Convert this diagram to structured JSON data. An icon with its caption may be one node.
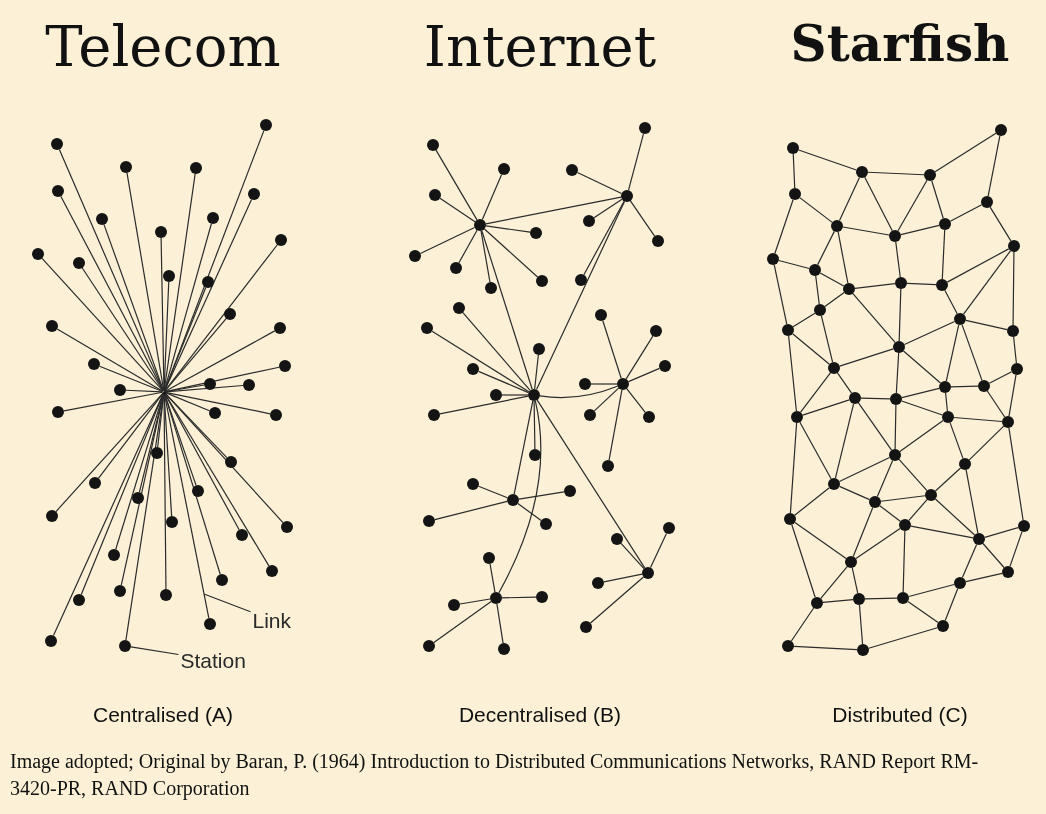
{
  "diagram": {
    "caption": "Image adopted; Original by Baran, P. (1964) Introduction to Distributed Communications Networks, RAND Report RM-3420-PR, RAND Corporation",
    "nodes": [
      {
        "text": [],
        "shape": "dot"
      },
      {
        "text": [],
        "shape": "circle"
      },
      {
        "text": [],
        "shape": "circle"
      },
      {
        "text": [],
        "shape": "circle"
      },
      {
        "text": [],
        "shape": "circle"
      },
      {
        "text": [],
        "shape": "circle"
      },
      {
        "text": [],
        "shape": "circle"
      },
      {
        "text": [],
        "shape": "circle"
      },
      {
        "text": [],
        "shape": "circle"
      },
      {
        "text": [],
        "shape": "circle"
      },
      {
        "text": [],
        "shape": "circle"
      },
      {
        "text": [],
        "shape": "circle"
      },
      {
        "text": [],
        "shape": "circle"
      },
      {
        "text": [],
        "shape": "circle"
      },
      {
        "text": [],
        "shape": "circle"
      },
      {
        "text": [],
        "shape": "circle"
      },
      {
        "text": [],
        "shape": "circle"
      },
      {
        "text": [],
        "shape": "circle"
      },
      {
        "text": [],
        "shape": "circle"
      },
      {
        "text": [],
        "shape": "circle"
      },
      {
        "text": [],
        "shape": "circle"
      },
      {
        "text": [],
        "shape": "circle"
      },
      {
        "text": [],
        "shape": "circle"
      },
      {
        "text": [],
        "shape": "circle"
      },
      {
        "text": [],
        "shape": "circle"
      },
      {
        "text": [],
        "shape": "circle"
      },
      {
        "text": [],
        "shape": "circle"
      },
      {
        "text": [],
        "shape": "circle"
      },
      {
        "text": [],
        "shape": "circle"
      },
      {
        "text": [],
        "shape": "circle"
      },
      {
        "text": [],
        "shape": "circle"
      },
      {
        "text": [],
        "shape": "circle"
      },
      {
        "text": [],
        "shape": "circle"
      },
      {
        "text": [],
        "shape": "circle"
      },
      {
        "text": [],
        "shape": "circle"
      },
      {
        "text": [],
        "shape": "circle"
      },
      {
        "text": [],
        "shape": "circle"
      },
      {
        "text": [],
        "shape": "circle"
      },
      {
        "text": [],
        "shape": "circle"
      },
      {
        "text": [],
        "shape": "circle"
      },
      {
        "text": [],
        "shape": "circle"
      },
      {
        "text": [],
        "shape": "circle"
      },
      {
        "text": [],
        "shape": "circle"
      },
      {
        "text": [],
        "shape": "circle"
      },
      {
        "text": [
          "Link"
        ]
      },
      {
        "text": [
          "Station"
        ]
      },
      {
        "text": [],
        "shape": "circle"
      },
      {
        "text": [],
        "shape": "circle"
      },
      {
        "text": [],
        "shape": "circle"
      },
      {
        "text": [],
        "shape": "circle"
      },
      {
        "text": [],
        "shape": "circle"
      },
      {
        "text": [],
        "shape": "circle"
      },
      {
        "text": [],
        "shape": "circle"
      },
      {
        "text": [],
        "shape": "circle"
      },
      {
        "text": [],
        "shape": "circle"
      },
      {
        "text": [],
        "shape": "circle"
      },
      {
        "text": [],
        "shape": "circle"
      },
      {
        "text": [],
        "shape": "circle"
      },
      {
        "text": [],
        "shape": "circle"
      },
      {
        "text": [],
        "shape": "circle"
      },
      {
        "text": [],
        "shape": "circle"
      },
      {
        "text": [],
        "shape": "circle"
      },
      {
        "text": [],
        "shape": "circle"
      },
      {
        "text": [],
        "shape": "circle"
      },
      {
        "text": [],
        "shape": "circle"
      },
      {
        "text": [],
        "shape": "circle"
      },
      {
        "text": [],
        "shape": "circle"
      },
      {
        "text": [],
        "shape": "circle"
      },
      {
        "text": [],
        "shape": "circle"
      },
      {
        "text": [],
        "shape": "circle"
      },
      {
        "text": [],
        "shape": "circle"
      },
      {
        "text": [],
        "shape": "circle"
      },
      {
        "text": [],
        "shape": "circle"
      },
      {
        "text": [],
        "shape": "circle"
      },
      {
        "text": [],
        "shape": "circle"
      },
      {
        "text": [],
        "shape": "circle"
      },
      {
        "text": [],
        "shape": "circle"
      },
      {
        "text": [],
        "shape": "circle"
      },
      {
        "text": [],
        "shape": "circle"
      },
      {
        "text": [],
        "shape": "circle"
      },
      {
        "text": [],
        "shape": "circle"
      },
      {
        "text": [],
        "shape": "circle"
      },
      {
        "text": [],
        "shape": "circle"
      },
      {
        "text": [],
        "shape": "circle"
      },
      {
        "text": [],
        "shape": "circle"
      },
      {
        "text": [],
        "shape": "circle"
      },
      {
        "text": [],
        "shape": "circle"
      },
      {
        "text": [],
        "shape": "circle"
      },
      {
        "text": [],
        "shape": "circle"
      },
      {
        "text": [],
        "shape": "circle"
      },
      {
        "text": [],
        "shape": "circle"
      },
      {
        "text": [],
        "shape": "circle"
      },
      {
        "text": [],
        "shape": "circle"
      },
      {
        "text": [],
        "shape": "circle"
      },
      {
        "text": [],
        "shape": "circle"
      },
      {
        "text": [],
        "shape": "circle"
      },
      {
        "text": [],
        "shape": "circle"
      },
      {
        "text": [],
        "shape": "circle"
      },
      {
        "text": [],
        "shape": "circle"
      },
      {
        "text": [],
        "shape": "circle"
      },
      {
        "text": [],
        "shape": "circle"
      },
      {
        "text": [],
        "shape": "circle"
      },
      {
        "text": [],
        "shape": "circle"
      },
      {
        "text": [],
        "shape": "circle"
      },
      {
        "text": [],
        "shape": "circle"
      },
      {
        "text": [],
        "shape": "circle"
      },
      {
        "text": [],
        "shape": "circle"
      },
      {
        "text": [],
        "shape": "circle"
      },
      {
        "text": [],
        "shape": "circle"
      },
      {
        "text": [],
        "shape": "circle"
      },
      {
        "text": [],
        "shape": "circle"
      },
      {
        "text": [],
        "shape": "circle"
      },
      {
        "text": [],
        "shape": "circle"
      },
      {
        "text": [],
        "shape": "circle"
      },
      {
        "text": [],
        "shape": "circle"
      },
      {
        "text": [],
        "shape": "circle"
      },
      {
        "text": [],
        "shape": "circle"
      },
      {
        "text": [],
        "shape": "circle"
      },
      {
        "text": [],
        "shape": "circle"
      },
      {
        "text": [],
        "shape": "circle"
      },
      {
        "text": [],
        "shape": "circle"
      },
      {
        "text": [],
        "shape": "circle"
      },
      {
        "text": [],
        "shape": "circle"
      },
      {
        "text": [],
        "shape": "circle"
      },
      {
        "text": [],
        "shape": "circle"
      },
      {
        "text": [],
        "shape": "circle"
      },
      {
        "text": [],
        "shape": "circle"
      },
      {
        "text": [],
        "shape": "circle"
      },
      {
        "text": [],
        "shape": "circle"
      },
      {
        "text": [],
        "shape": "circle"
      },
      {
        "text": [],
        "shape": "circle"
      },
      {
        "text": [],
        "shape": "circle"
      },
      {
        "text": [],
        "shape": "circle"
      },
      {
        "text": [],
        "shape": "circle"
      },
      {
        "text": [],
        "shape": "circle"
      },
      {
        "text": [],
        "shape": "circle"
      },
      {
        "text": [],
        "shape": "circle"
      },
      {
        "text": [],
        "shape": "circle"
      },
      {
        "text": [],
        "shape": "circle"
      },
      {
        "text": [],
        "shape": "circle"
      }
    ],
    "edges": [
      {
        "from": 0,
        "to": 1,
        "arrow": "none"
      },
      {
        "from": 0,
        "to": 2,
        "arrow": "none"
      },
      {
        "from": 0,
        "to": 3,
        "arrow": "none"
      },
      {
        "from": 0,
        "to": 4,
        "arrow": "none"
      },
      {
        "from": 0,
        "to": 5,
        "arrow": "none"
      },
      {
        "from": 0,
        "to": 6,
        "arrow": "none"
      },
      {
        "from": 0,
        "to": 7,
        "arrow": "none"
      },
      {
        "from": 0,
        "to": 8,
        "arrow": "none"
      },
      {
        "from": 0,
        "to": 9,
        "arrow": "none"
      },
      {
        "from": 0,
        "to": 10,
        "arrow": "none"
      },
      {
        "from": 0,
        "to": 11,
        "arrow": "none"
      },
      {
        "from": 0,
        "to": 12,
        "arrow": "none"
      },
      {
        "from": 0,
        "to": 13,
        "arrow": "none"
      },
      {
        "from": 0,
        "to": 14,
        "arrow": "none"
      },
      {
        "from": 0,
        "to": 15,
        "arrow": "none"
      },
      {
        "from": 0,
        "to": 16,
        "arrow": "none"
      },
      {
        "from": 0,
        "to": 17,
        "arrow": "none"
      },
      {
        "from": 0,
        "to": 18,
        "arrow": "none"
      },
      {
        "from": 0,
        "to": 19,
        "arrow": "none"
      },
      {
        "from": 0,
        "to": 20,
        "arrow": "none"
      },
      {
        "from": 0,
        "to": 21,
        "arrow": "none"
      },
      {
        "from": 0,
        "to": 22,
        "arrow": "none"
      },
      {
        "from": 0,
        "to": 23,
        "arrow": "none"
      },
      {
        "from": 0,
        "to": 24,
        "arrow": "none"
      },
      {
        "from": 0,
        "to": 25,
        "arrow": "none"
      },
      {
        "from": 0,
        "to": 26,
        "arrow": "none"
      },
      {
        "from": 0,
        "to": 27,
        "arrow": "none"
      },
      {
        "from": 0,
        "to": 28,
        "arrow": "none"
      },
      {
        "from": 0,
        "to": 29,
        "arrow": "none"
      },
      {
        "from": 0,
        "to": 30,
        "arrow": "none"
      },
      {
        "from": 0,
        "to": 31,
        "arrow": "none"
      },
      {
        "from": 0,
        "to": 32,
        "arrow": "none"
      },
      {
        "from": 0,
        "to": 33,
        "arrow": "none"
      },
      {
        "from": 0,
        "to": 34,
        "arrow": "none"
      },
      {
        "from": 0,
        "to": 35,
        "arrow": "none"
      },
      {
        "from": 0,
        "to": 36,
        "arrow": "none"
      },
      {
        "from": 0,
        "to": 37,
        "arrow": "none"
      },
      {
        "from": 0,
        "to": 38,
        "arrow": "none"
      },
      {
        "from": 0,
        "to": 39,
        "arrow": "none"
      },
      {
        "from": 0,
        "to": 40,
        "arrow": "none"
      },
      {
        "from": 0,
        "to": 41,
        "arrow": "none"
      },
      {
        "from": 0,
        "to": 42,
        "arrow": "none"
      },
      {
        "from": 0,
        "to": 43,
        "arrow": "none"
      },
      {
        "from": 44,
        "to": null,
        "arrow": "none"
      },
      {
        "from": 45,
        "to": 43,
        "arrow": "none"
      },
      {
        "from": 49,
        "to": 46,
        "arrow": "none"
      },
      {
        "from": 49,
        "to": 47,
        "arrow": "none"
      },
      {
        "from": 49,
        "to": 48,
        "arrow": "none"
      },
      {
        "from": 49,
        "to": 50,
        "arrow": "none"
      },
      {
        "from": 49,
        "to": 51,
        "arrow": "none"
      },
      {
        "from": 49,
        "to": 52,
        "arrow": "none"
      },
      {
        "from": 49,
        "to": 53,
        "arrow": "none"
      },
      {
        "from": 49,
        "to": 54,
        "arrow": "none"
      },
      {
        "from": 49,
        "to": 57,
        "arrow": "none"
      },
      {
        "from": 49,
        "to": 66,
        "arrow": "none"
      },
      {
        "from": 57,
        "to": 55,
        "arrow": "none"
      },
      {
        "from": 57,
        "to": 56,
        "arrow": "none"
      },
      {
        "from": 57,
        "to": 58,
        "arrow": "none"
      },
      {
        "from": 57,
        "to": 59,
        "arrow": "none"
      },
      {
        "from": 57,
        "to": 60,
        "arrow": "none"
      },
      {
        "from": 57,
        "to": 66,
        "arrow": "none"
      },
      {
        "from": 66,
        "to": 61,
        "arrow": "none"
      },
      {
        "from": 66,
        "to": 62,
        "arrow": "none"
      },
      {
        "from": 66,
        "to": 63,
        "arrow": "none"
      },
      {
        "from": 66,
        "to": 64,
        "arrow": "none"
      },
      {
        "from": 66,
        "to": 65,
        "arrow": "none"
      },
      {
        "from": 66,
        "to": 67,
        "arrow": "none"
      },
      {
        "from": 66,
        "to": 68,
        "arrow": "none"
      },
      {
        "from": 66,
        "to": 73,
        "arrow": "none"
      },
      {
        "from": 66,
        "to": 78,
        "arrow": "none"
      },
      {
        "from": 66,
        "to": 88,
        "arrow": "none"
      },
      {
        "from": 66,
        "to": 84,
        "arrow": "none"
      },
      {
        "from": 73,
        "to": 69,
        "arrow": "none"
      },
      {
        "from": 73,
        "to": 70,
        "arrow": "none"
      },
      {
        "from": 73,
        "to": 71,
        "arrow": "none"
      },
      {
        "from": 73,
        "to": 72,
        "arrow": "none"
      },
      {
        "from": 73,
        "to": 74,
        "arrow": "none"
      },
      {
        "from": 73,
        "to": 75,
        "arrow": "none"
      },
      {
        "from": 73,
        "to": 76,
        "arrow": "none"
      },
      {
        "from": 78,
        "to": 77,
        "arrow": "none"
      },
      {
        "from": 78,
        "to": 79,
        "arrow": "none"
      },
      {
        "from": 78,
        "to": 80,
        "arrow": "none"
      },
      {
        "from": 78,
        "to": 81,
        "arrow": "none"
      },
      {
        "from": 84,
        "to": 82,
        "arrow": "none"
      },
      {
        "from": 84,
        "to": 83,
        "arrow": "none"
      },
      {
        "from": 84,
        "to": 85,
        "arrow": "none"
      },
      {
        "from": 84,
        "to": 86,
        "arrow": "none"
      },
      {
        "from": 88,
        "to": 87,
        "arrow": "none"
      },
      {
        "from": 88,
        "to": 89,
        "arrow": "none"
      },
      {
        "from": 88,
        "to": 90,
        "arrow": "none"
      },
      {
        "from": 88,
        "to": 91,
        "arrow": "none"
      },
      {
        "from": 88,
        "to": 92,
        "arrow": "none"
      },
      {
        "from": 93,
        "to": 97,
        "arrow": "none"
      },
      {
        "from": 93,
        "to": 95,
        "arrow": "none"
      },
      {
        "from": 95,
        "to": 96,
        "arrow": "none"
      },
      {
        "from": 96,
        "to": 94,
        "arrow": "none"
      },
      {
        "from": 94,
        "to": 98,
        "arrow": "none"
      },
      {
        "from": 95,
        "to": 99,
        "arrow": "none"
      },
      {
        "from": 95,
        "to": 100,
        "arrow": "none"
      },
      {
        "from": 96,
        "to": 100,
        "arrow": "none"
      },
      {
        "from": 96,
        "to": 101,
        "arrow": "none"
      },
      {
        "from": 97,
        "to": 99,
        "arrow": "none"
      },
      {
        "from": 97,
        "to": 103,
        "arrow": "none"
      },
      {
        "from": 99,
        "to": 100,
        "arrow": "none"
      },
      {
        "from": 100,
        "to": 101,
        "arrow": "none"
      },
      {
        "from": 101,
        "to": 98,
        "arrow": "none"
      },
      {
        "from": 98,
        "to": 102,
        "arrow": "none"
      },
      {
        "from": 99,
        "to": 104,
        "arrow": "none"
      },
      {
        "from": 99,
        "to": 105,
        "arrow": "none"
      },
      {
        "from": 100,
        "to": 106,
        "arrow": "none"
      },
      {
        "from": 101,
        "to": 107,
        "arrow": "none"
      },
      {
        "from": 103,
        "to": 104,
        "arrow": "none"
      },
      {
        "from": 104,
        "to": 105,
        "arrow": "none"
      },
      {
        "from": 104,
        "to": 108,
        "arrow": "none"
      },
      {
        "from": 103,
        "to": 109,
        "arrow": "none"
      },
      {
        "from": 105,
        "to": 106,
        "arrow": "none"
      },
      {
        "from": 106,
        "to": 107,
        "arrow": "none"
      },
      {
        "from": 107,
        "to": 102,
        "arrow": "none"
      },
      {
        "from": 107,
        "to": 110,
        "arrow": "none"
      },
      {
        "from": 102,
        "to": 110,
        "arrow": "none"
      },
      {
        "from": 102,
        "to": 111,
        "arrow": "none"
      },
      {
        "from": 108,
        "to": 105,
        "arrow": "none"
      },
      {
        "from": 108,
        "to": 109,
        "arrow": "none"
      },
      {
        "from": 108,
        "to": 113,
        "arrow": "none"
      },
      {
        "from": 109,
        "to": 113,
        "arrow": "none"
      },
      {
        "from": 105,
        "to": 112,
        "arrow": "none"
      },
      {
        "from": 106,
        "to": 112,
        "arrow": "none"
      },
      {
        "from": 110,
        "to": 112,
        "arrow": "none"
      },
      {
        "from": 110,
        "to": 111,
        "arrow": "none"
      },
      {
        "from": 110,
        "to": 115,
        "arrow": "none"
      },
      {
        "from": 110,
        "to": 116,
        "arrow": "none"
      },
      {
        "from": 111,
        "to": 114,
        "arrow": "none"
      },
      {
        "from": 112,
        "to": 113,
        "arrow": "none"
      },
      {
        "from": 112,
        "to": 115,
        "arrow": "none"
      },
      {
        "from": 112,
        "to": 118,
        "arrow": "none"
      },
      {
        "from": 114,
        "to": 116,
        "arrow": "none"
      },
      {
        "from": 115,
        "to": 116,
        "arrow": "none"
      },
      {
        "from": 113,
        "to": 117,
        "arrow": "none"
      },
      {
        "from": 113,
        "to": 119,
        "arrow": "none"
      },
      {
        "from": 109,
        "to": 119,
        "arrow": "none"
      },
      {
        "from": 118,
        "to": 115,
        "arrow": "none"
      },
      {
        "from": 117,
        "to": 118,
        "arrow": "none"
      },
      {
        "from": 115,
        "to": 120,
        "arrow": "none"
      },
      {
        "from": 116,
        "to": 121,
        "arrow": "none"
      },
      {
        "from": 120,
        "to": 121,
        "arrow": "none"
      },
      {
        "from": 114,
        "to": 121,
        "arrow": "none"
      },
      {
        "from": 118,
        "to": 120,
        "arrow": "none"
      },
      {
        "from": 119,
        "to": 117,
        "arrow": "none"
      },
      {
        "from": 119,
        "to": 124,
        "arrow": "none"
      },
      {
        "from": 119,
        "to": 127,
        "arrow": "none"
      },
      {
        "from": 117,
        "to": 124,
        "arrow": "none"
      },
      {
        "from": 117,
        "to": 122,
        "arrow": "none"
      },
      {
        "from": 118,
        "to": 122,
        "arrow": "none"
      },
      {
        "from": 120,
        "to": 122,
        "arrow": "none"
      },
      {
        "from": 120,
        "to": 123,
        "arrow": "none"
      },
      {
        "from": 121,
        "to": 123,
        "arrow": "none"
      },
      {
        "from": 121,
        "to": 129,
        "arrow": "none"
      },
      {
        "from": 122,
        "to": 125,
        "arrow": "none"
      },
      {
        "from": 122,
        "to": 126,
        "arrow": "none"
      },
      {
        "from": 122,
        "to": 124,
        "arrow": "none"
      },
      {
        "from": 123,
        "to": 126,
        "arrow": "none"
      },
      {
        "from": 123,
        "to": 130,
        "arrow": "none"
      },
      {
        "from": 124,
        "to": 125,
        "arrow": "none"
      },
      {
        "from": 124,
        "to": 127,
        "arrow": "none"
      },
      {
        "from": 125,
        "to": 126,
        "arrow": "none"
      },
      {
        "from": 125,
        "to": 128,
        "arrow": "none"
      },
      {
        "from": 126,
        "to": 128,
        "arrow": "none"
      },
      {
        "from": 126,
        "to": 130,
        "arrow": "none"
      },
      {
        "from": 125,
        "to": 131,
        "arrow": "none"
      },
      {
        "from": 127,
        "to": 131,
        "arrow": "none"
      },
      {
        "from": 127,
        "to": 134,
        "arrow": "none"
      },
      {
        "from": 128,
        "to": 131,
        "arrow": "none"
      },
      {
        "from": 128,
        "to": 130,
        "arrow": "none"
      },
      {
        "from": 128,
        "to": 136,
        "arrow": "none"
      },
      {
        "from": 129,
        "to": 130,
        "arrow": "none"
      },
      {
        "from": 129,
        "to": 132,
        "arrow": "none"
      },
      {
        "from": 130,
        "to": 132,
        "arrow": "none"
      },
      {
        "from": 130,
        "to": 133,
        "arrow": "none"
      },
      {
        "from": 131,
        "to": 134,
        "arrow": "none"
      },
      {
        "from": 131,
        "to": 135,
        "arrow": "none"
      },
      {
        "from": 134,
        "to": 135,
        "arrow": "none"
      },
      {
        "from": 134,
        "to": 138,
        "arrow": "none"
      },
      {
        "from": 135,
        "to": 136,
        "arrow": "none"
      },
      {
        "from": 135,
        "to": 139,
        "arrow": "none"
      },
      {
        "from": 136,
        "to": 133,
        "arrow": "none"
      },
      {
        "from": 136,
        "to": 137,
        "arrow": "none"
      },
      {
        "from": 133,
        "to": 137,
        "arrow": "none"
      },
      {
        "from": 133,
        "to": 132,
        "arrow": "none"
      },
      {
        "from": 138,
        "to": 139,
        "arrow": "none"
      },
      {
        "from": 139,
        "to": 137,
        "arrow": "none"
      }
    ],
    "labels": [
      "Telecom",
      "Internet",
      "Starfish",
      "Centralised (A)",
      "Decentralised (B)",
      "Distributed (C)"
    ]
  }
}
